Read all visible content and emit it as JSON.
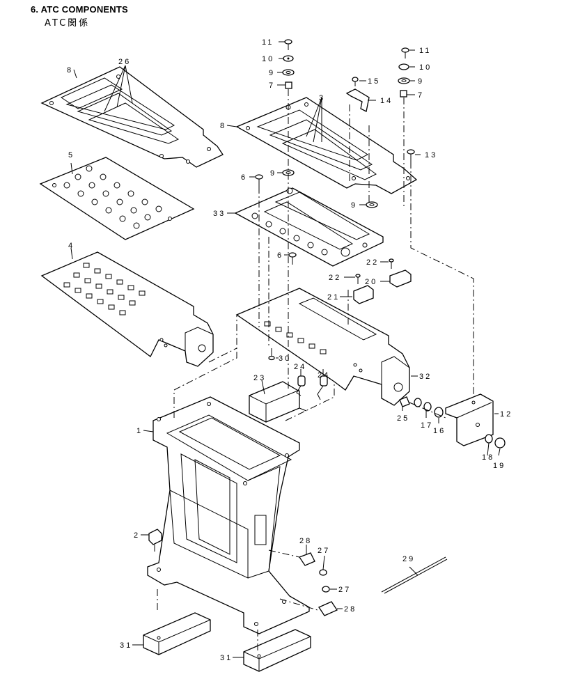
{
  "header": {
    "title": "6.  ATC COMPONENTS",
    "subtitle": "ATC関係"
  },
  "callouts": {
    "c1": "1",
    "c2": "2",
    "c3": "3",
    "c4": "4",
    "c5": "5",
    "c6a": "6",
    "c6b": "6",
    "c7a": "7",
    "c7b": "7",
    "c8a": "8",
    "c8b": "8",
    "c9a": "9",
    "c9b": "9",
    "c9c": "9",
    "c9d": "9",
    "c10a": "10",
    "c10b": "10",
    "c11a": "11",
    "c11b": "11",
    "c12": "12",
    "c13": "13",
    "c14": "14",
    "c15": "15",
    "c16": "16",
    "c17": "17",
    "c18": "18",
    "c19": "19",
    "c20": "20",
    "c21": "21",
    "c22a": "22",
    "c22b": "22",
    "c23": "23",
    "c24a": "24",
    "c24b": "24",
    "c25": "25",
    "c26": "26",
    "c27a": "27",
    "c27b": "27",
    "c28a": "28",
    "c28b": "28",
    "c29": "29",
    "c30": "30",
    "c31a": "31",
    "c31b": "31",
    "c32": "32",
    "c33": "33"
  }
}
